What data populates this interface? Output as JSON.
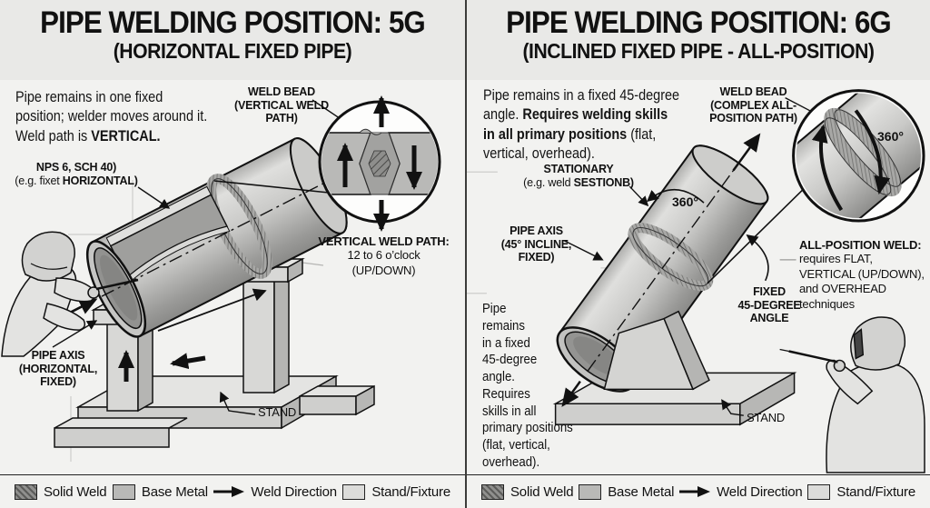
{
  "colors": {
    "background": "#f2f2f0",
    "header_bg": "#e9e9e7",
    "ink": "#111111",
    "base_metal": "#b9b9b7",
    "stand_fixture": "#dcdcda",
    "solid_weld": "#6e6e6c"
  },
  "legend": {
    "items": [
      {
        "swatch": "solid-weld",
        "label": "Solid Weld"
      },
      {
        "swatch": "base-metal",
        "label": "Base Metal"
      },
      {
        "swatch": "weld-direction-arrow",
        "label": "Weld Direction"
      },
      {
        "swatch": "stand-fixture",
        "label": "Stand/Fixture"
      }
    ]
  },
  "panel_5g": {
    "title": "PIPE WELDING POSITION: 5G",
    "subtitle": "(HORIZONTAL FIXED PIPE)",
    "intro": {
      "pre": "Pipe remains in one fixed\nposition; welder moves around it.\nWeld path is ",
      "bold": "VERTICAL."
    },
    "labels": {
      "pipe_spec_line1": "NPS 6, SCH 40)",
      "pipe_spec_line2_pre": "(e.g. fixet ",
      "pipe_spec_line2_bold": "HORIZONTAL)",
      "weld_bead": "WELD BEAD\n(VERTICAL WELD\nPATH)",
      "weld_path_title": "VERTICAL WELD PATH:",
      "weld_path_detail": "12 to 6 o’clock\n(UP/DOWN)",
      "pipe_axis": "PIPE AXIS\n(HORIZONTAL,\nFIXED)",
      "stand": "STAND"
    }
  },
  "panel_6g": {
    "title": "PIPE WELDING POSITION: 6G",
    "subtitle": "(INCLINED FIXED PIPE - ALL-POSITION)",
    "intro": {
      "pre": "Pipe remains in a fixed 45-degree\nangle.  ",
      "bold": "Requires welding skills\nin all primary positions",
      "post": " (flat,\nvertical, overhead)."
    },
    "labels": {
      "stationary_line1": "STATIONARY",
      "stationary_line2_pre": "(e.g. weld ",
      "stationary_line2_bold": "SESTIONB)",
      "rotation_degrees": "360°",
      "pipe_axis": "PIPE AXIS\n(45° INCLINE,\nFIXED)",
      "side_note": "Pipe\nremains\nin a fixed\n45-degree\nangle.\nRequires\nskills in all\nprimary positions\n(flat, vertical,\noverhead).",
      "fixed_angle": "FIXED\n45-DEGREE\nANGLE",
      "weld_bead": "WELD BEAD\n(COMPLEX ALL-\nPOSITION PATH)",
      "inset_degrees": "360°",
      "all_position_title": "ALL-POSITION WELD:",
      "all_position_detail": "requires FLAT,\nVERTICAL (UP/DOWN),\nand OVERHEAD\ntechniques",
      "stand": "STAND"
    }
  }
}
